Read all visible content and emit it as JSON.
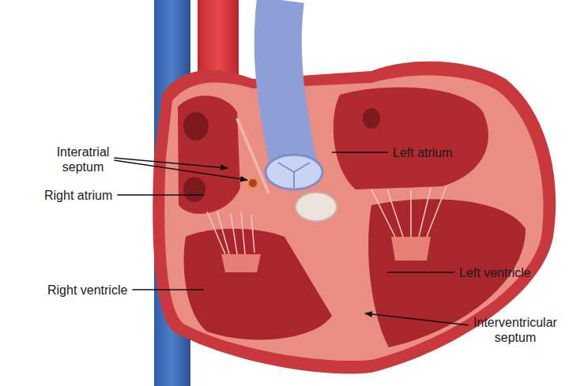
{
  "diagram": {
    "labels": [
      "Interatrial septum",
      "Right atrium",
      "Left atrium",
      "Right ventricle",
      "Left ventricle",
      "Interventricular septum"
    ]
  }
}
